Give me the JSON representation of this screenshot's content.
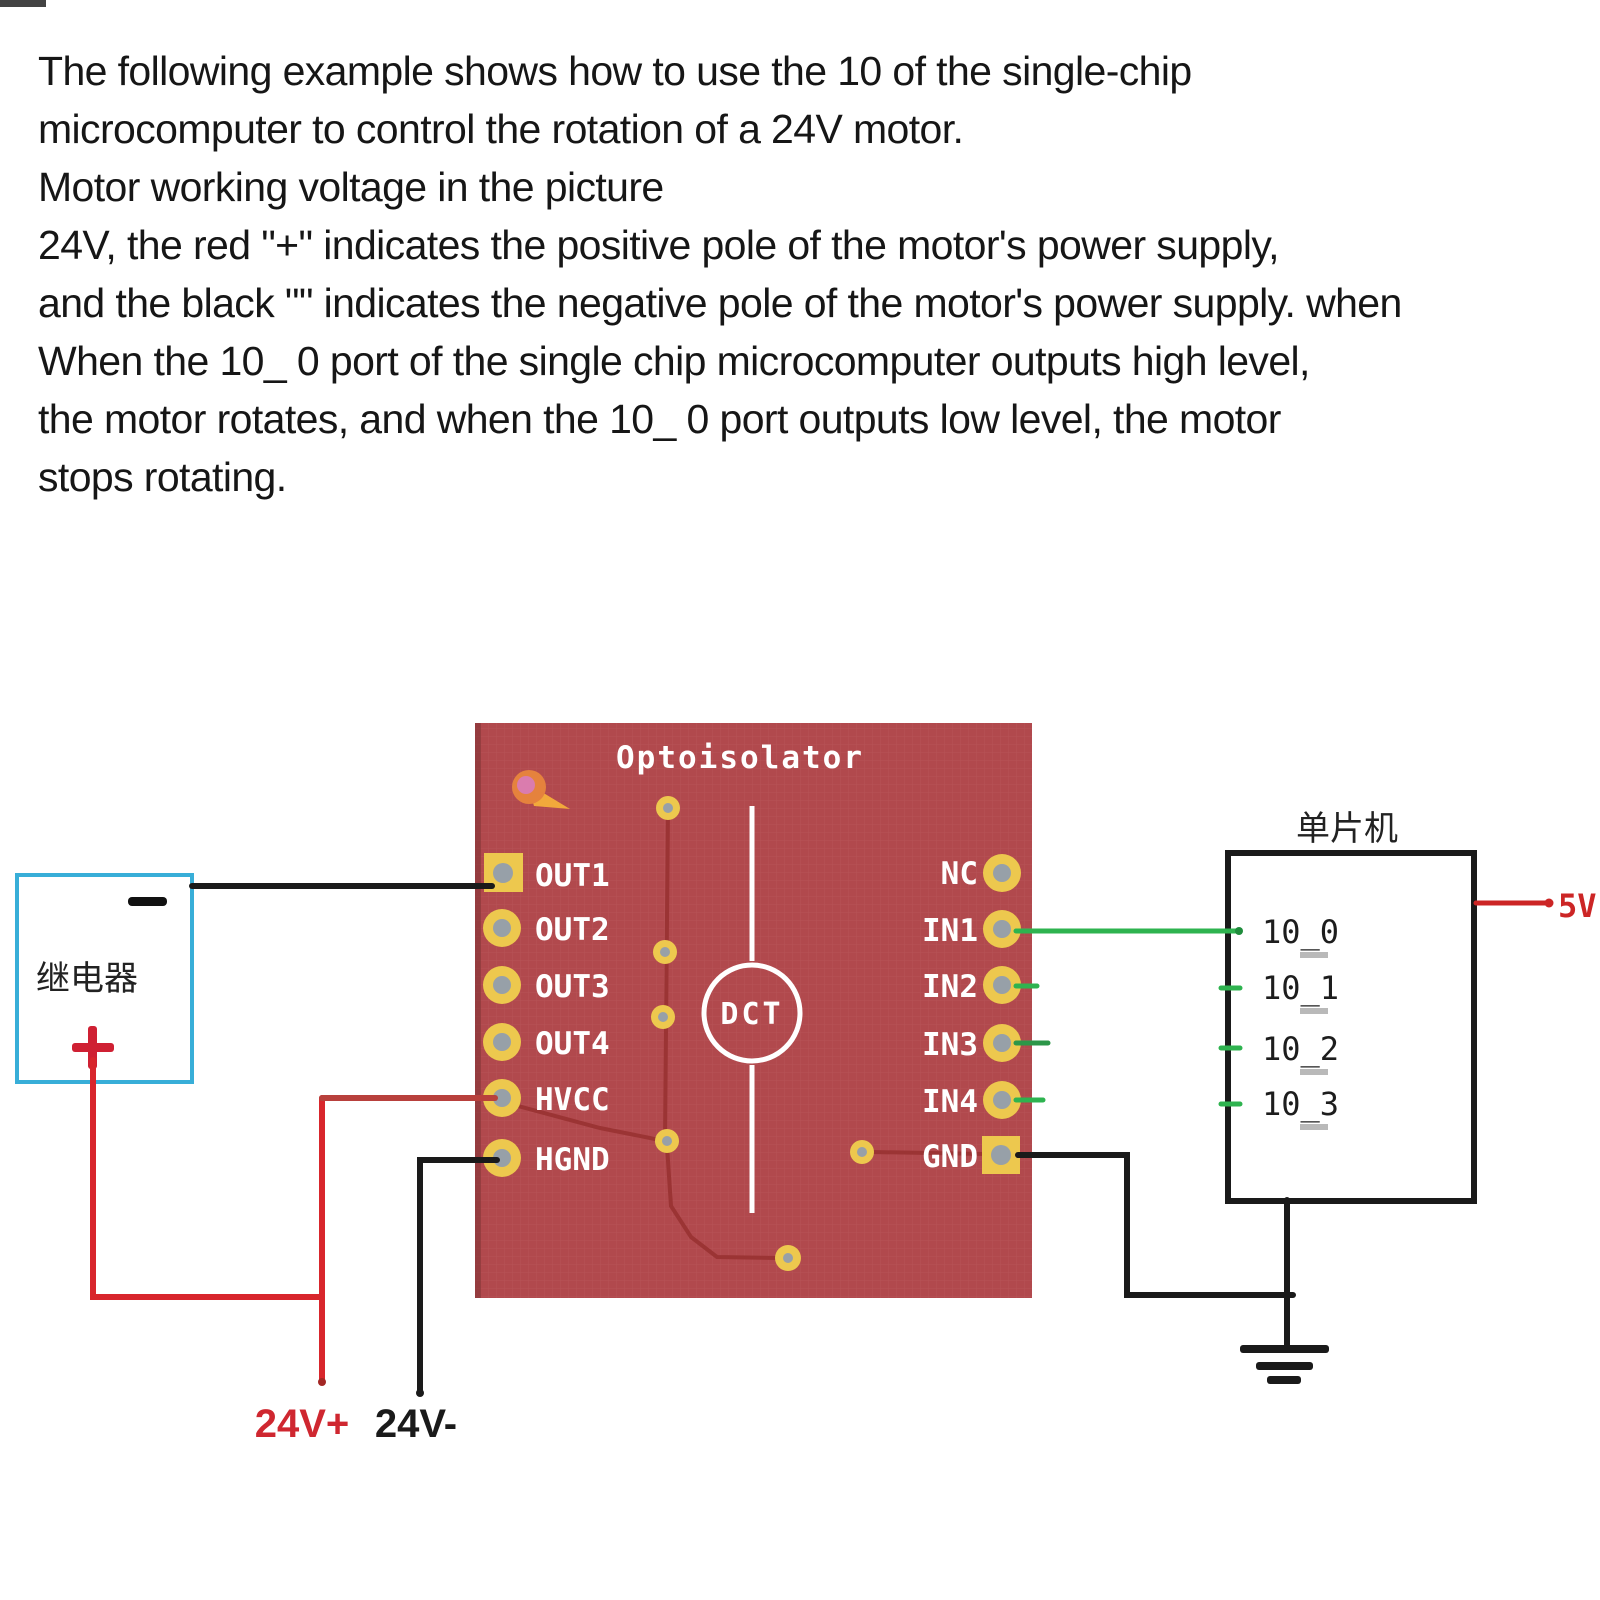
{
  "intro": {
    "lines": [
      "The following example shows how to use the 10 of the single-chip",
      "microcomputer to control the rotation of a 24V motor.",
      "Motor working voltage in the picture",
      "24V, the red \"+\" indicates the positive pole of the motor's power supply,",
      "and the black \"\" indicates the negative pole of the motor's power supply. when",
      "When the 10_ 0 port of the single chip microcomputer outputs high level,",
      "the motor rotates, and when the 10_ 0 port outputs low level, the motor",
      "stops rotating."
    ]
  },
  "relay": {
    "label": "继电器"
  },
  "board": {
    "title": "Optoisolator",
    "chip_label": "DCT",
    "left_pins": [
      "OUT1",
      "OUT2",
      "OUT3",
      "OUT4",
      "HVCC",
      "HGND"
    ],
    "right_pins": [
      "NC",
      "IN1",
      "IN2",
      "IN3",
      "IN4",
      "GND"
    ]
  },
  "mcu": {
    "title": "单片机",
    "pins": [
      "10_0",
      "10_1",
      "10_2",
      "10_3"
    ],
    "supply_label": "5V"
  },
  "power": {
    "positive_label": "24V+",
    "negative_label": "24V-"
  },
  "colors": {
    "board_red": "#b1494d",
    "trace_dark_red": "#9b3434",
    "pad_gold": "#edc84e",
    "pad_center_gray": "#97a0a8",
    "relay_blue": "#38aed8",
    "wire_green": "#2eb34f",
    "wire_red": "#d8262c",
    "wire_dark_red": "#b8403c",
    "wire_black": "#1a1a1a",
    "label_red": "#cc2525"
  }
}
